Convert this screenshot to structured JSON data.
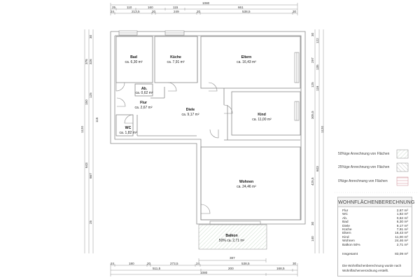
{
  "plan": {
    "dimensions_top": {
      "overall": "1080",
      "row1": [
        "25",
        "110",
        "160",
        "115",
        "661"
      ],
      "row2": [
        "24",
        "213,5",
        "20",
        "249",
        "20",
        "538,5",
        "30"
      ]
    },
    "dimensions_bottom": {
      "row1": [
        "24",
        "180",
        "20",
        "273,5",
        "24",
        "387"
      ],
      "row2": [
        "511,5",
        "538,5",
        "30"
      ],
      "row3": [
        "200",
        "168,5"
      ],
      "overall": "1080"
    },
    "dimensions_left": [
      "1120",
      "376",
      "326",
      "150",
      "125",
      "115",
      "643",
      "667",
      "30",
      "25"
    ],
    "dimensions_right": [
      "30",
      "122",
      "297",
      "135",
      "125",
      "116",
      "305,5",
      "1120",
      "603",
      "425,5",
      "30",
      "140"
    ],
    "rooms": [
      {
        "name": "Bad",
        "area": "ca. 6,30 m²"
      },
      {
        "name": "Küche",
        "area": "ca. 7,91 m²"
      },
      {
        "name": "Eltern",
        "area": "ca. 16,43 m²"
      },
      {
        "name": "Ab.",
        "area": "ca. 0,62 m²"
      },
      {
        "name": "Flur",
        "area": "ca. 2,67 m²"
      },
      {
        "name": "Diele",
        "area": "ca. 9,17 m²"
      },
      {
        "name": "Kind",
        "area": "ca. 11,00 m²"
      },
      {
        "name": "WC",
        "area": "ca. 1,82 m²"
      },
      {
        "name": "Wohnen",
        "area": "ca. 24,46 m²"
      },
      {
        "name": "Balkon",
        "area": "50% ca. 2,71 m²"
      }
    ]
  },
  "legend": {
    "items": [
      {
        "label": "50%ige Anrechnung von Flächen",
        "pattern": "diagonal-green",
        "color": "#9fbf9f"
      },
      {
        "label": "25%ige Anrechnung von Flächen",
        "pattern": "diagonal-gray",
        "color": "#9a9a9a"
      },
      {
        "label": "0%ige Anrechnung von Flächen",
        "pattern": "horizontal-red",
        "color": "#d9a0a8"
      }
    ]
  },
  "calculation": {
    "title": "WOHNFLÄCHENBERECHNUNG",
    "rows": [
      {
        "label": "Flur",
        "value": "2,67 m²"
      },
      {
        "label": "WC",
        "value": "1,82 m²"
      },
      {
        "label": "Ab.",
        "value": "0,62 m²"
      },
      {
        "label": "Bad",
        "value": "6,30 m²"
      },
      {
        "label": "Diele",
        "value": "9,17 m²"
      },
      {
        "label": "Küche",
        "value": "7,91 m²"
      },
      {
        "label": "Eltern",
        "value": "16,43 m²"
      },
      {
        "label": "Kind",
        "value": "11,00 m²"
      },
      {
        "label": "Wohnen",
        "value": "24,46 m²"
      },
      {
        "label": "Balkon 50%",
        "value": "2,71 m²"
      }
    ],
    "total_label": "Insgesamt",
    "total_value": "83,09 m²",
    "note": "Die Wohnflächenberechnung wurde nach Wohnflächenverordnung erstellt."
  }
}
